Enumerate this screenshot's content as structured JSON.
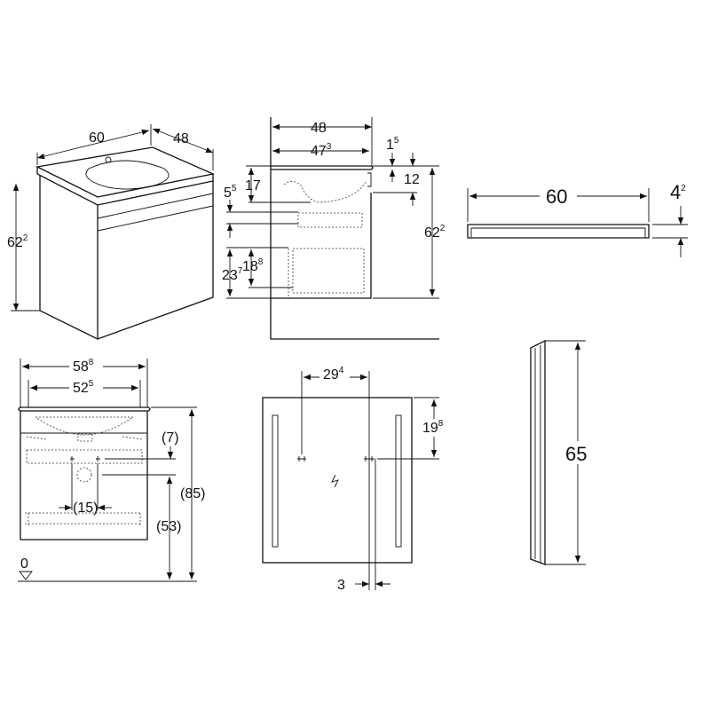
{
  "iso_view": {
    "width": "60",
    "depth": "48",
    "height": {
      "base": "62",
      "sup": "2"
    }
  },
  "side_view": {
    "depth": "48",
    "inner_depth": {
      "base": "47",
      "sup": "3"
    },
    "top_thickness": {
      "base": "1",
      "sup": "5"
    },
    "front_offset": "12",
    "basin_depth": "17",
    "drawer_gap": {
      "base": "5",
      "sup": "5"
    },
    "lower_height": {
      "base": "23",
      "sup": "7"
    },
    "drawer_height": {
      "base": "18",
      "sup": "8"
    },
    "height": {
      "base": "62",
      "sup": "2"
    }
  },
  "mirror_top_view": {
    "width": "60",
    "depth": {
      "base": "4",
      "sup": "2"
    }
  },
  "front_view": {
    "outer_width": {
      "base": "58",
      "sup": "8"
    },
    "inner_width": {
      "base": "52",
      "sup": "5"
    },
    "siphon_offset": "(7)",
    "connection_spacing": "(15)",
    "drain_height": "(53)",
    "total_height": "(85)",
    "floor_level": "0"
  },
  "mirror_front_view": {
    "outlet_spacing": {
      "base": "29",
      "sup": "4"
    },
    "outlet_drop": {
      "base": "19",
      "sup": "8"
    },
    "edge_offset": "3"
  },
  "mirror_side_view": {
    "height": "65"
  }
}
